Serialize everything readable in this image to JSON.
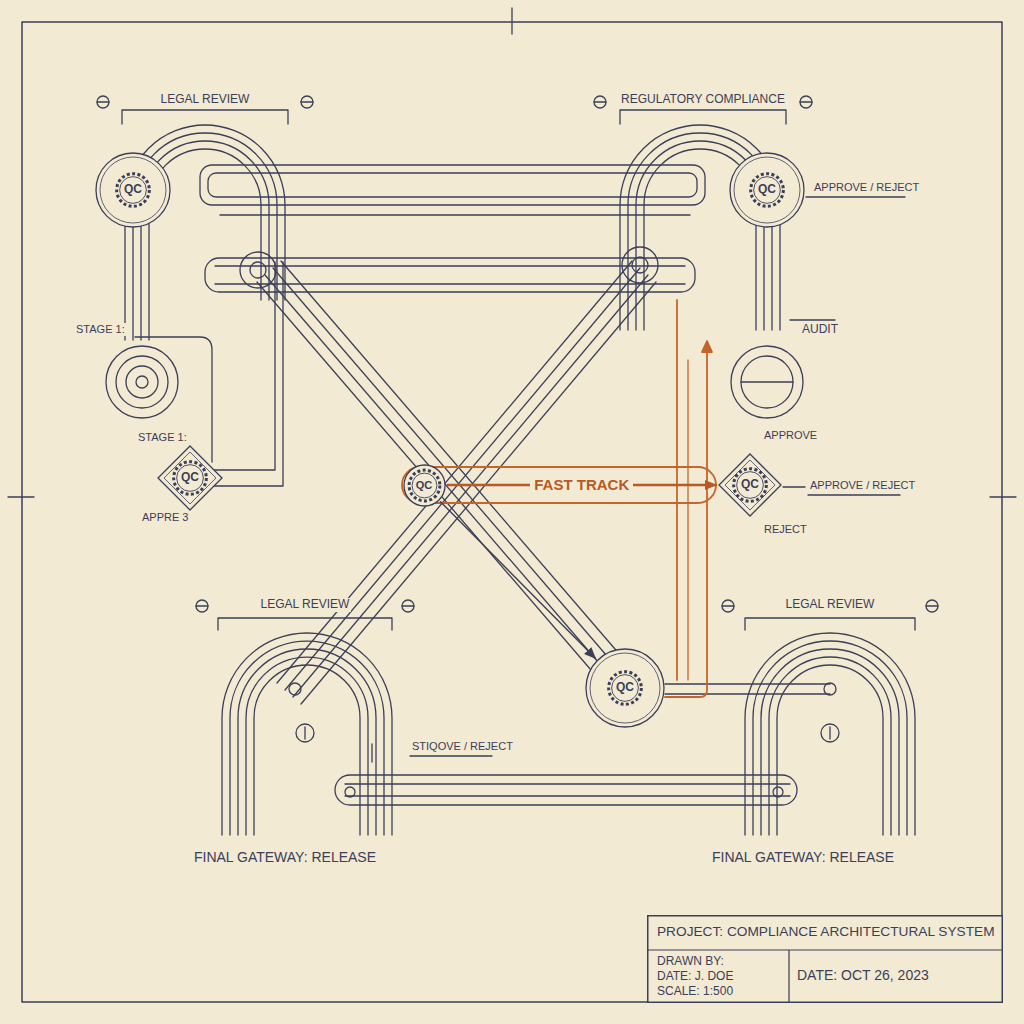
{
  "diagram": {
    "nodes": [
      {
        "text": [
          "QC"
        ]
      },
      {
        "text": [
          "QC"
        ]
      },
      {
        "text": [
          "QC"
        ]
      },
      {
        "text": [
          "QC"
        ]
      },
      {
        "text": [
          "QC"
        ]
      },
      {
        "text": [
          "QC"
        ]
      },
      {
        "text": [
          "PROJECT: COMPLIANCE ARCHITECTURAL SYSTEM",
          "DRAWN BY:",
          "DATE: J. DOE",
          "SCALE: 1:500",
          "DATE: OCT 26, 2023"
        ]
      }
    ],
    "edges": [
      {
        "from": 3,
        "to": 4,
        "label": "FAST TRACK",
        "arrow": "to"
      },
      {
        "from": 3,
        "to": 5,
        "arrow": "to"
      }
    ],
    "labels": [
      "LEGAL REVIEW",
      "REGULATORY COMPLIANCE",
      "APPROVE / REJECT",
      "STAGE 1:",
      "AUDIT",
      "STAGE 1:",
      "APPRE 3",
      "APPROVE",
      "APPROVE / REJECT",
      "REJECT",
      "LEGAL REVIEW",
      "LEGAL REVIEW",
      "STIQOVE / REJECT",
      "FINAL GATEWAY: RELEASE",
      "FINAL GATEWAY: RELEASE"
    ]
  }
}
